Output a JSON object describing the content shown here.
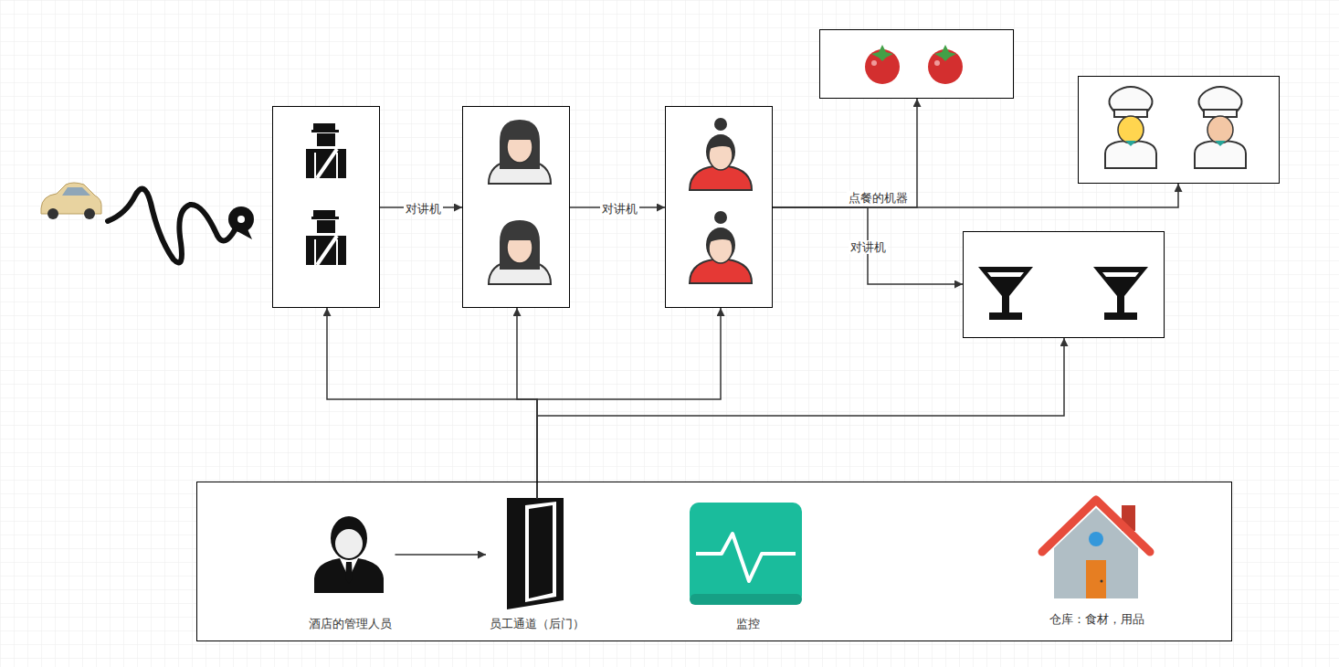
{
  "diagram": {
    "nodes": [
      {
        "text": []
      },
      {
        "text": []
      },
      {
        "text": []
      },
      {
        "text": []
      },
      {
        "text": []
      },
      {
        "text": []
      },
      {
        "text": []
      },
      {
        "text": [
          "酒店的管理人员"
        ],
        "in": 6
      },
      {
        "text": [
          "员工通道（后门）"
        ],
        "in": 6
      },
      {
        "text": [
          "监控"
        ],
        "in": 6
      },
      {
        "text": [
          "仓库：食材，用品"
        ],
        "in": 6
      }
    ],
    "edges": [
      {
        "from": 0,
        "to": 1,
        "arrow": "to",
        "label": "对讲机"
      },
      {
        "from": 1,
        "to": 2,
        "arrow": "to",
        "label": "对讲机"
      },
      {
        "from": 2,
        "to": 3,
        "arrow": "to",
        "label": "点餐的机器"
      },
      {
        "from": 2,
        "to": 5,
        "arrow": "to",
        "label": "对讲机"
      },
      {
        "from": 2,
        "to": 4,
        "arrow": "to"
      },
      {
        "from": 8,
        "to": 0,
        "arrow": "to"
      },
      {
        "from": 8,
        "to": 1,
        "arrow": "to"
      },
      {
        "from": 8,
        "to": 2,
        "arrow": "to"
      },
      {
        "from": 8,
        "to": 5,
        "arrow": "to"
      },
      {
        "from": 7,
        "to": 8,
        "arrow": "to"
      }
    ]
  }
}
